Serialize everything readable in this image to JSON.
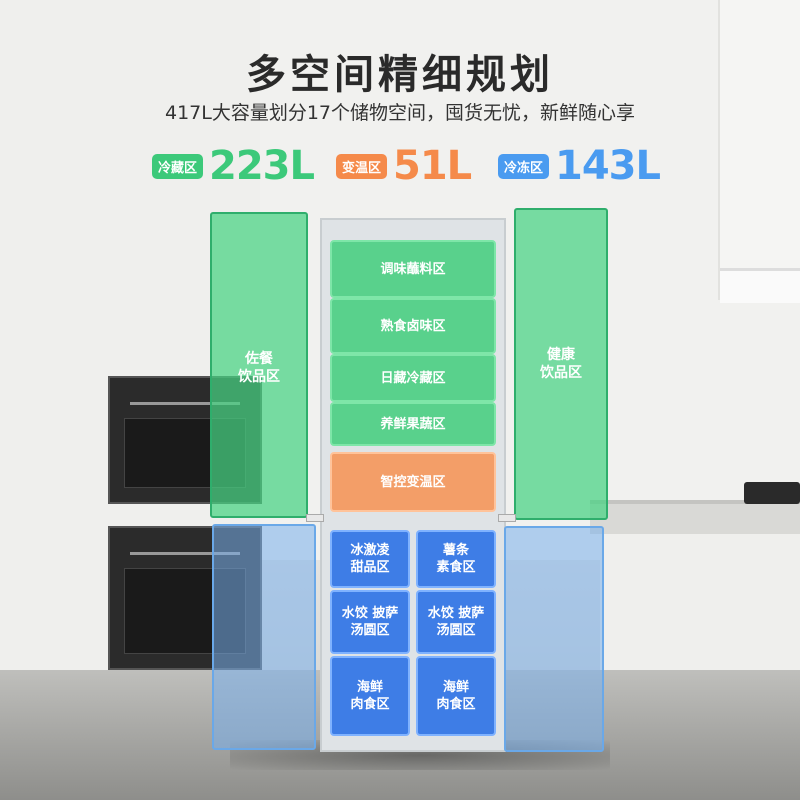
{
  "header": {
    "title": "多空间精细规划",
    "subtitle": "417L大容量划分17个储物空间，囤货无忧，新鲜随心享"
  },
  "capacities": [
    {
      "badge": "冷藏区",
      "volume": "223L",
      "color": "#3cc97a"
    },
    {
      "badge": "变温区",
      "volume": "51L",
      "color": "#f58a4a"
    },
    {
      "badge": "冷冻区",
      "volume": "143L",
      "color": "#4a9bf0"
    }
  ],
  "doors": {
    "left_upper_lines": [
      "佐餐",
      "饮品区"
    ],
    "right_upper_lines": [
      "健康",
      "饮品区"
    ]
  },
  "fridge_zones": {
    "z1": "调味蘸料区",
    "z2": "熟食卤味区",
    "z3": "日藏冷藏区",
    "z4": "养鲜果蔬区",
    "z5": "智控变温区"
  },
  "freezer_zones": {
    "l1": [
      "冰激凌",
      "甜品区"
    ],
    "r1": [
      "薯条",
      "素食区"
    ],
    "l2": [
      "水饺 披萨",
      "汤圆区"
    ],
    "r2": [
      "水饺 披萨",
      "汤圆区"
    ],
    "l3": [
      "海鲜",
      "肉食区"
    ],
    "r3": [
      "海鲜",
      "肉食区"
    ]
  }
}
